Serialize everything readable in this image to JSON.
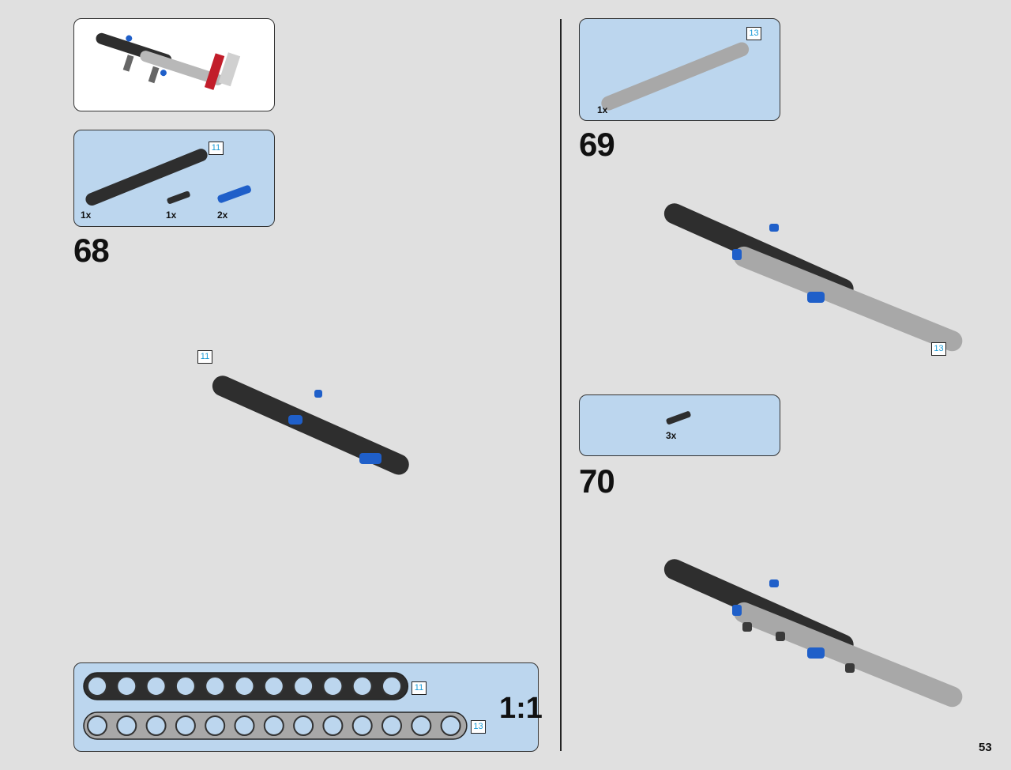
{
  "page": {
    "number": "53"
  },
  "left": {
    "step68": {
      "number": "68",
      "parts": [
        {
          "qty": "1x",
          "length_tag": "11"
        },
        {
          "qty": "1x"
        },
        {
          "qty": "2x"
        }
      ],
      "model_tag": "11"
    }
  },
  "right": {
    "step69": {
      "number": "69",
      "parts": [
        {
          "qty": "1x",
          "length_tag": "13"
        }
      ],
      "model_tag": "13"
    },
    "step70": {
      "number": "70",
      "parts": [
        {
          "qty": "3x"
        }
      ]
    }
  },
  "scale_ruler": {
    "ratio": "1:1",
    "beams": [
      {
        "length_tag": "11",
        "holes": 11,
        "color": "#2e2e2e"
      },
      {
        "length_tag": "13",
        "holes": 13,
        "color": "#a8a8a8"
      }
    ]
  },
  "colors": {
    "background": "#e0e0e0",
    "callout_blue": "#bcd6ee",
    "beam_black": "#2e2e2e",
    "beam_gray": "#a8a8a8",
    "pin_blue": "#1f5fc9",
    "tag_text": "#1a9bd7"
  }
}
